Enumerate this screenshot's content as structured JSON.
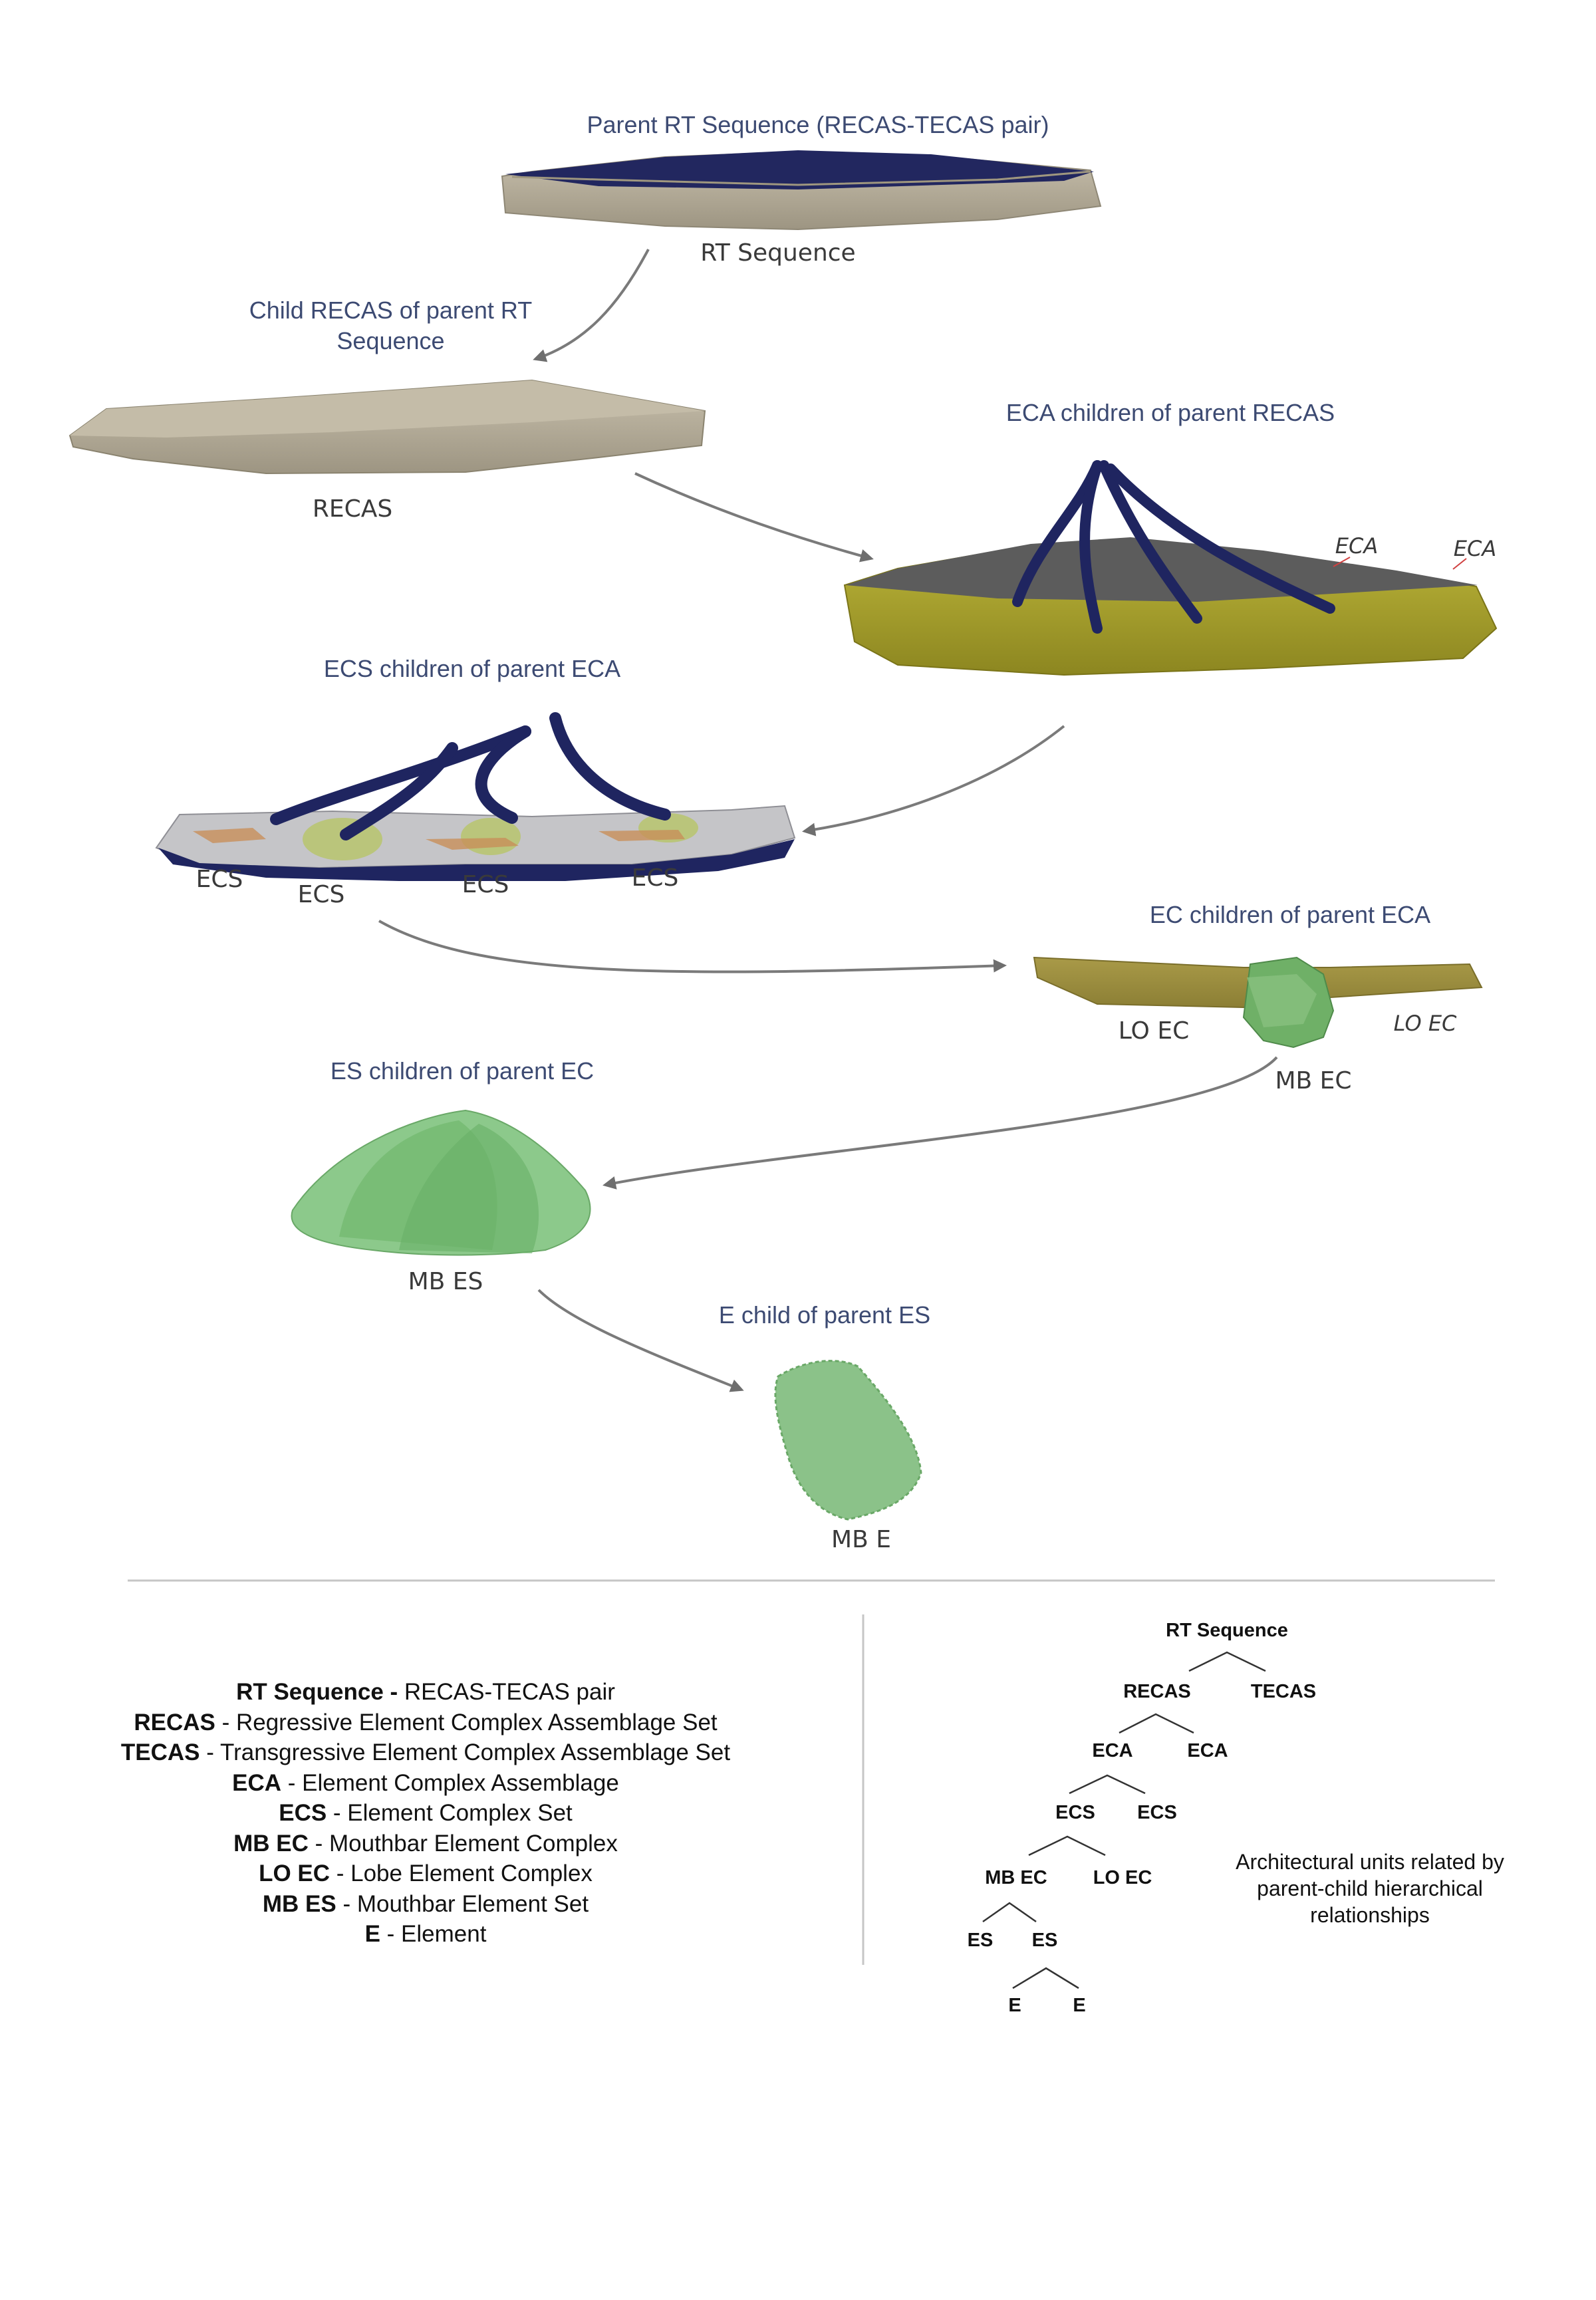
{
  "stages": [
    {
      "caption": "Parent RT Sequence (RECAS-TECAS pair)",
      "labels": [
        "RT Sequence"
      ]
    },
    {
      "caption": "Child RECAS of parent RT Sequence",
      "labels": [
        "RECAS"
      ]
    },
    {
      "caption": "ECA children of parent RECAS",
      "labels": [
        "ECA",
        "ECA"
      ]
    },
    {
      "caption": "ECS children of parent ECA",
      "labels": [
        "ECS",
        "ECS",
        "ECS",
        "ECS"
      ]
    },
    {
      "caption": "EC children of parent ECA",
      "labels": [
        "LO EC",
        "LO EC",
        "MB EC"
      ]
    },
    {
      "caption": "ES children of parent EC",
      "labels": [
        "MB ES"
      ]
    },
    {
      "caption": "E child of parent ES",
      "labels": [
        "MB E"
      ]
    }
  ],
  "legend": [
    {
      "term": "RT Sequence -",
      "definition": " RECAS-TECAS pair"
    },
    {
      "term": "RECAS",
      "definition": " - Regressive Element Complex Assemblage Set"
    },
    {
      "term": "TECAS",
      "definition": " - Transgressive Element Complex Assemblage Set"
    },
    {
      "term": "ECA",
      "definition": " - Element Complex Assemblage"
    },
    {
      "term": "ECS",
      "definition": " - Element Complex Set"
    },
    {
      "term": "MB EC",
      "definition": " - Mouthbar Element Complex"
    },
    {
      "term": "LO EC",
      "definition": " - Lobe Element Complex"
    },
    {
      "term": "MB ES",
      "definition": " - Mouthbar Element Set"
    },
    {
      "term": "E",
      "definition": " - Element"
    }
  ],
  "tree": {
    "nodes": [
      "RT Sequence",
      "RECAS",
      "TECAS",
      "ECA",
      "ECA",
      "ECS",
      "ECS",
      "MB EC",
      "LO EC",
      "ES",
      "ES",
      "E",
      "E"
    ],
    "note": "Architectural units related by parent-child hierarchical relationships"
  },
  "colors": {
    "caption_text": "#3c4a72",
    "sediment_tan": "#b3ab98",
    "channel_navy": "#1f2560",
    "assemblage_olive": "#a6a12a",
    "element_green": "#5fae5a",
    "arrow_gray": "#7a7a7a"
  }
}
